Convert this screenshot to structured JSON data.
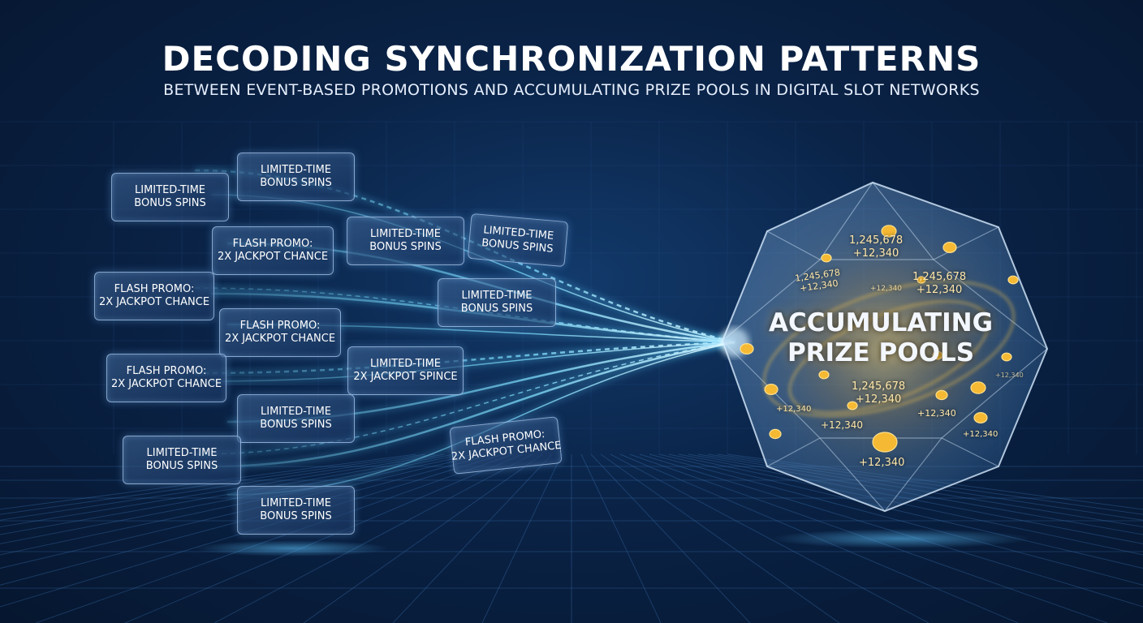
{
  "header": {
    "title": "DECODING SYNCHRONIZATION PATTERNS",
    "subtitle": "BETWEEN EVENT-BASED PROMOTIONS AND ACCUMULATING PRIZE POOLS IN DIGITAL SLOT NETWORKS"
  },
  "promo_cards": [
    {
      "line1": "LIMITED-TIME",
      "line2": "BONUS SPINS"
    },
    {
      "line1": "LIMITED-TIME",
      "line2": "BONUS SPINS"
    },
    {
      "line1": "FLASH PROMO:",
      "line2": "2X JACKPOT CHANCE"
    },
    {
      "line1": "LIMITED-TIME",
      "line2": "BONUS SPINS"
    },
    {
      "line1": "LIMITED-TIME",
      "line2": "BONUS SPINS"
    },
    {
      "line1": "FLASH PROMO:",
      "line2": "2X JACKPOT CHANCE"
    },
    {
      "line1": "LIMITED-TIME",
      "line2": "BONUS SPINS"
    },
    {
      "line1": "FLASH PROMO:",
      "line2": "2X JACKPOT CHANCE"
    },
    {
      "line1": "FLASH PROMO:",
      "line2": "2X JACKPOT CHANCE"
    },
    {
      "line1": "LIMITED-TIME",
      "line2": "2X JACKPOT SPINCE"
    },
    {
      "line1": "LIMITED-TIME",
      "line2": "BONUS SPINS"
    },
    {
      "line1": "LIMITED-TIME",
      "line2": "BONUS SPINS"
    },
    {
      "line1": "FLASH PROMO:",
      "line2": "2X JACKPOT CHANCE"
    },
    {
      "line1": "LIMITED-TIME",
      "line2": "BONUS SPINS"
    }
  ],
  "prize_pool": {
    "title_line1": "ACCUMULATING",
    "title_line2": "PRIZE POOLS",
    "counters": [
      {
        "total": "1,245,678",
        "increment": "+12,340"
      },
      {
        "total": "1,245,678",
        "increment": "+12,340"
      },
      {
        "total": "",
        "increment": "+12,340"
      },
      {
        "total": "1,245,678",
        "increment": "+12,340"
      },
      {
        "total": "1,245,678",
        "increment": "+12,340"
      },
      {
        "total": "",
        "increment": "+12,340"
      },
      {
        "total": "",
        "increment": "+12,340"
      },
      {
        "total": "",
        "increment": "+12,340"
      },
      {
        "total": "",
        "increment": "+12,340"
      },
      {
        "total": "",
        "increment": "+12,340"
      },
      {
        "total": "",
        "increment": "+12,340"
      }
    ]
  },
  "colors": {
    "background": "#0a2347",
    "stream": "#5fd0ff",
    "gold": "#f5b933",
    "card_border": "#bedcff"
  }
}
